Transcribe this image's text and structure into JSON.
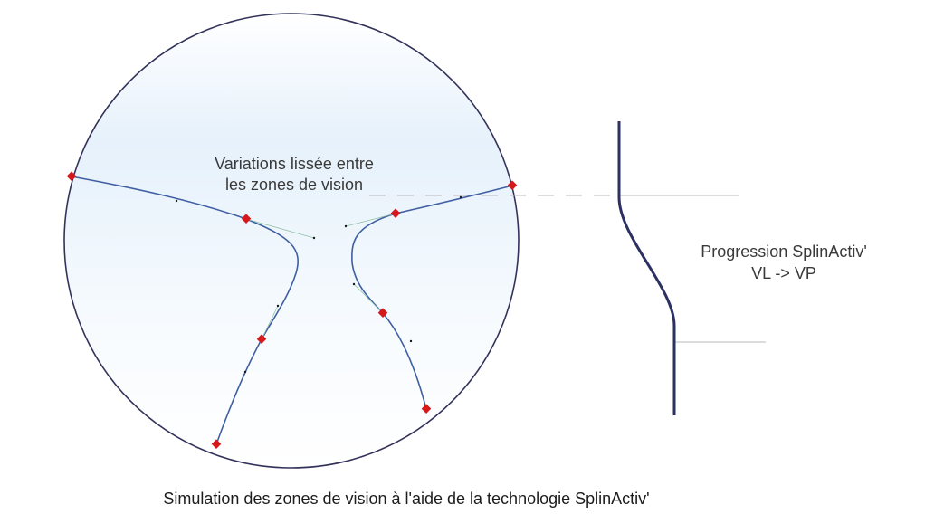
{
  "annotation": {
    "line1": "Variations lissée entre",
    "line2": "les zones de vision"
  },
  "progression": {
    "line1": "Progression SplinActiv'",
    "line2": "VL -> VP"
  },
  "caption": "Simulation des zones de vision à l'aide de la technologie SplinActiv'",
  "colors": {
    "lens_outline": "#33325a",
    "lens_fill_top": "#eef5fc",
    "lens_fill_bottom": "#ffffff",
    "zone_curve": "#3f5fa2",
    "control_point": "#d4181c",
    "progression_curve": "#2d3062",
    "guide_line": "#b9b9b9"
  }
}
